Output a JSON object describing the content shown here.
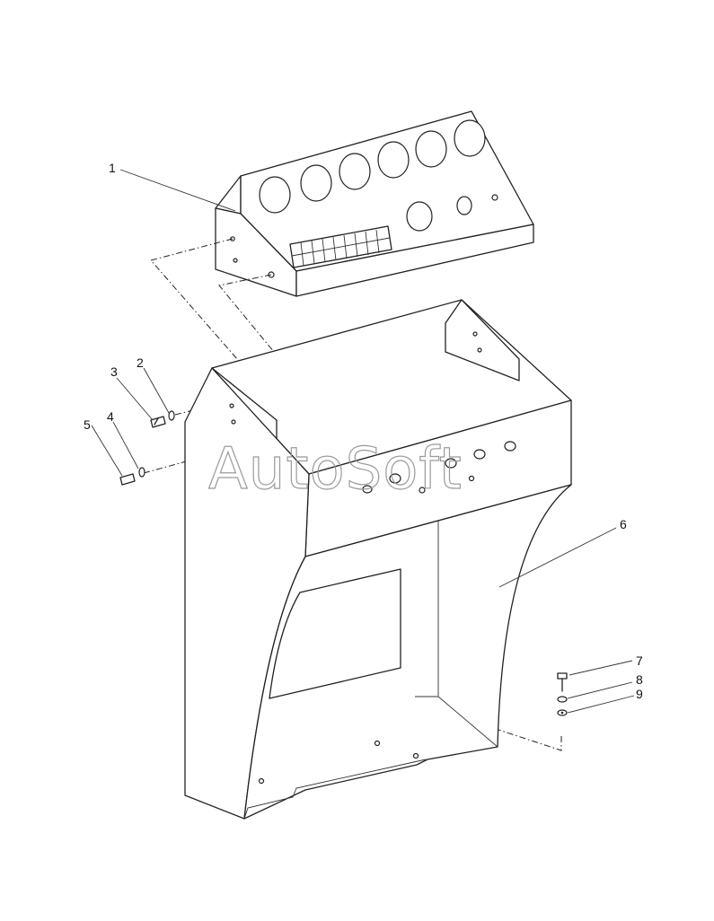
{
  "watermark": "AutoSoft",
  "callouts": [
    {
      "id": "1",
      "label": "1"
    },
    {
      "id": "2",
      "label": "2"
    },
    {
      "id": "3",
      "label": "3"
    },
    {
      "id": "4",
      "label": "4"
    },
    {
      "id": "5",
      "label": "5"
    },
    {
      "id": "6",
      "label": "6"
    },
    {
      "id": "7",
      "label": "7"
    },
    {
      "id": "8",
      "label": "8"
    },
    {
      "id": "9",
      "label": "9"
    }
  ]
}
